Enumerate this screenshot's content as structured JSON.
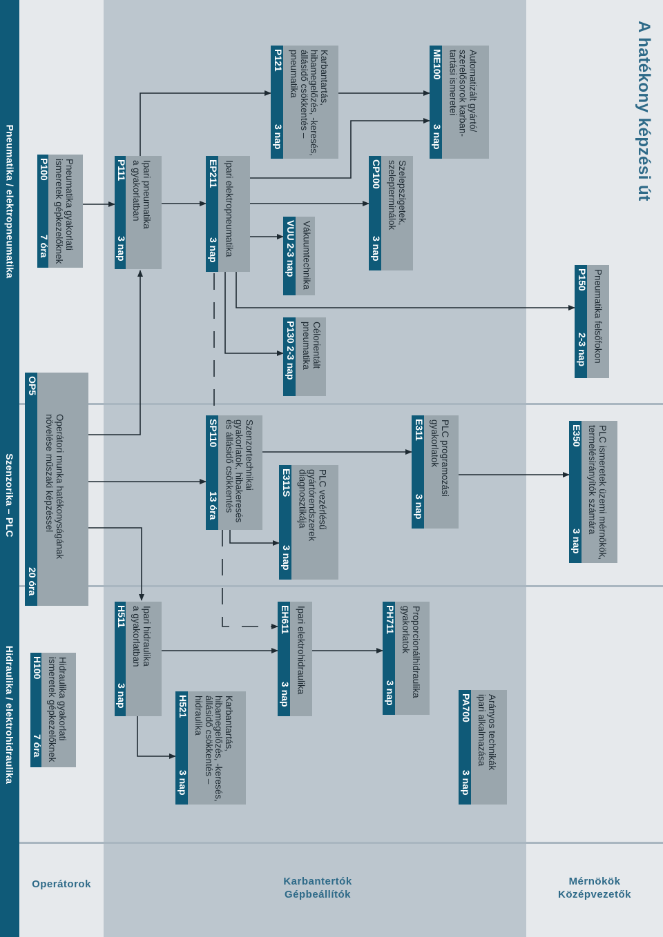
{
  "title": "A hatékony képzési út",
  "lanes": [
    {
      "label": "Pneumatika / elektropneumatika"
    },
    {
      "label": "Szenzorika – PLC"
    },
    {
      "label": "Hidraulika / elektrohidraulika"
    }
  ],
  "columns": [
    {
      "label_1": "Operátorok",
      "label_2": ""
    },
    {
      "label_1": "Karbantertók",
      "label_2": "Gépbeállítók"
    },
    {
      "label_1": "Mérnökök",
      "label_2": "Középvezetők"
    }
  ],
  "courses": [
    {
      "id": "P100",
      "duration": "7 óra",
      "desc": [
        "Pneumatika gyakorlati",
        "ismeretek gépkezelőknek"
      ]
    },
    {
      "id": "P111",
      "duration": "3 nap",
      "desc": [
        "Ipari pneumatika",
        "a gyakorlatban"
      ]
    },
    {
      "id": "EP211",
      "duration": "3 nap",
      "desc": [
        "Ipari elektropneumatika"
      ]
    },
    {
      "id": "P121",
      "duration": "3 nap",
      "desc": [
        "Karbantartás,",
        "hibamegelőzés, -keresés,",
        "állásidő csökkentés –",
        "pneumatika"
      ]
    },
    {
      "id": "VUU 2-3 nap",
      "duration": "",
      "desc": [
        "Vákuumtechnika"
      ]
    },
    {
      "id": "P130 2-3 nap",
      "duration": "",
      "desc": [
        "Célorientált",
        "pneumatika"
      ]
    },
    {
      "id": "CP100",
      "duration": "3 nap",
      "desc": [
        "Szelepszigetek,",
        "szelepterminálok"
      ]
    },
    {
      "id": "ME100",
      "duration": "3 nap",
      "desc": [
        "Automatizált gyártó/",
        "szerelősorok karban-",
        "tartási ismeretei"
      ]
    },
    {
      "id": "P150",
      "duration": "2-3 nap",
      "desc": [
        "Pneumatika felsőfokon"
      ]
    },
    {
      "id": "OP5",
      "duration": "20 óra",
      "desc": [
        "Operátori munka hatékonyságának",
        "növelése műszaki képzéssel"
      ]
    },
    {
      "id": "SP110",
      "duration": "13 óra",
      "desc": [
        "Szenzortechnikai",
        "gyakorlatok, hibakeresés",
        "és állásidő csökkentés"
      ]
    },
    {
      "id": "E311S",
      "duration": "3 nap",
      "desc": [
        "PLC vezérlésű",
        "gyártórendszerek",
        "diagnosztikája"
      ]
    },
    {
      "id": "E311",
      "duration": "3 nap",
      "desc": [
        "PLC programozási",
        "gyakorlatok"
      ]
    },
    {
      "id": "E350",
      "duration": "3 nap",
      "desc": [
        "PLC ismeretek üzemi mérnökök,",
        "termelésirányítók számára"
      ]
    },
    {
      "id": "H100",
      "duration": "7 óra",
      "desc": [
        "Hidraulika gyakorlati",
        "ismeretek gépkezelőknek"
      ]
    },
    {
      "id": "H511",
      "duration": "3 nap",
      "desc": [
        "Ipari hidraulika",
        "a gyakorlatban"
      ]
    },
    {
      "id": "H521",
      "duration": "3 nap",
      "desc": [
        "Karbantartás,",
        "hibamegelőzés, -keresés,",
        "állásidő csökkentés –",
        "hidraulika"
      ]
    },
    {
      "id": "EH611",
      "duration": "3 nap",
      "desc": [
        "Ipari elektrohidraulika"
      ]
    },
    {
      "id": "PH711",
      "duration": "3 nap",
      "desc": [
        "Proporcionálhidraulika",
        "gyakorlatok"
      ]
    },
    {
      "id": "PA700",
      "duration": "3 nap",
      "desc": [
        "Arányos technikák",
        "ipari alkalmazása"
      ]
    }
  ],
  "colors": {
    "lane": "#0f5a78",
    "box": "#9aa6ad",
    "middle_band": "#bcc6ce",
    "outer_band": "#e6e9ec",
    "accent_text": "#2e6a88"
  }
}
